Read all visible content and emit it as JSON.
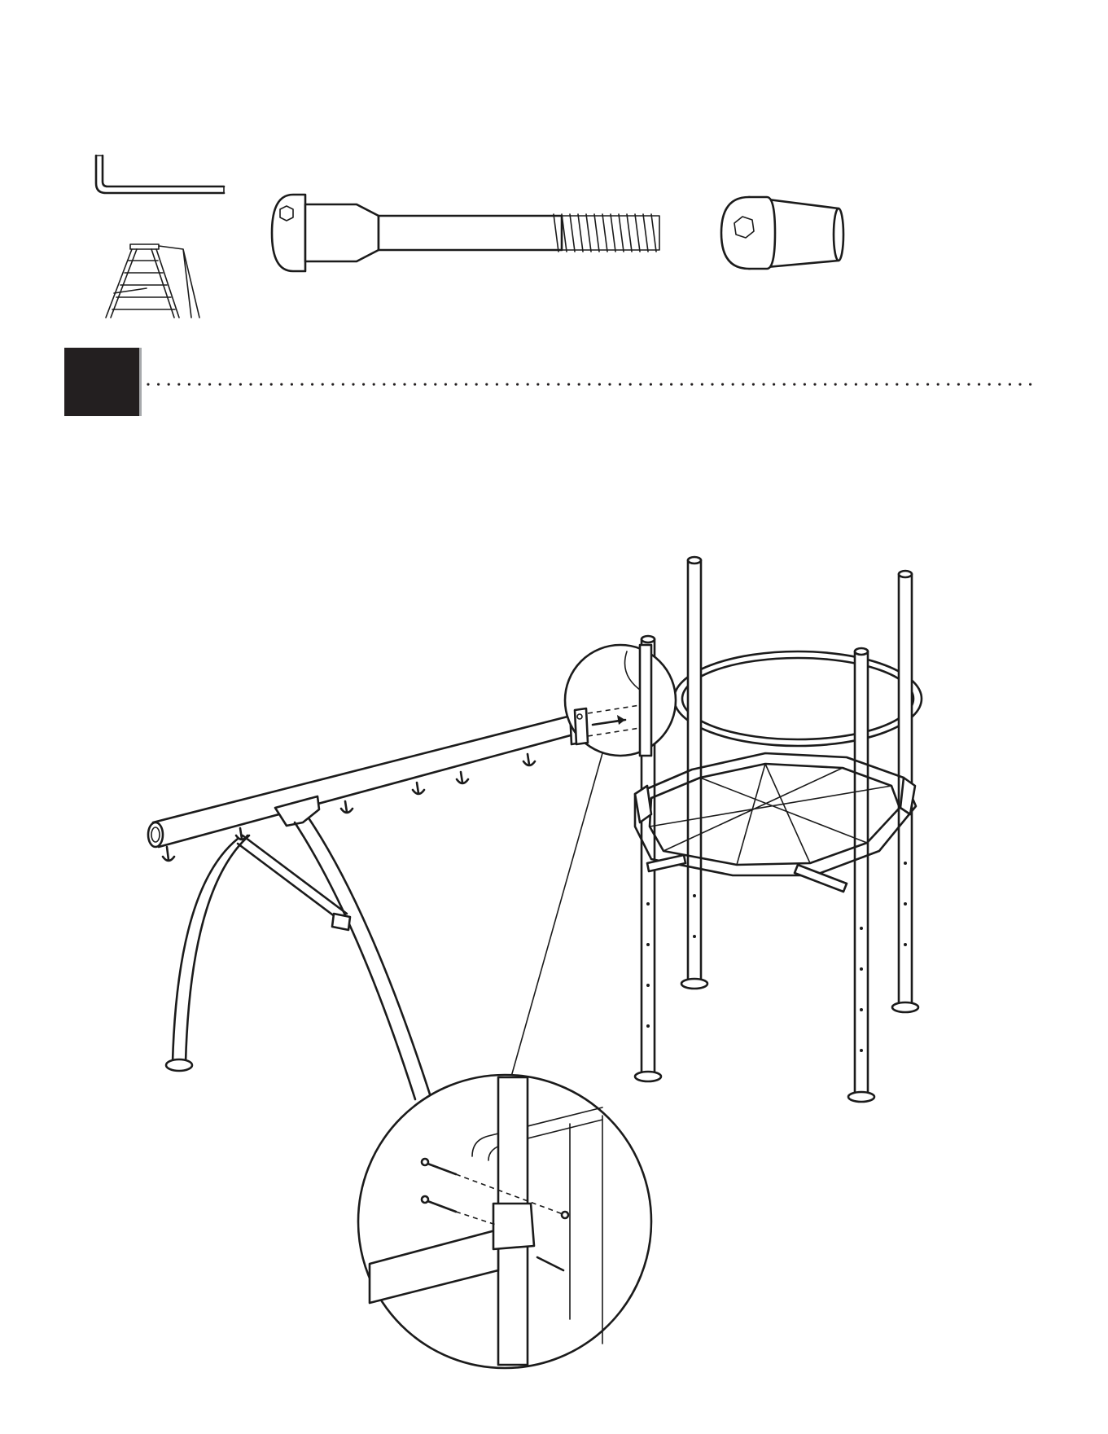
{
  "page": {
    "title": "",
    "step_number": "",
    "colors": {
      "ink": "#1b1b1b",
      "badge": "#231f20",
      "badge_edge": "#a7a9ac",
      "background": "#ffffff"
    }
  },
  "tools": [
    {
      "name": "hex-key-icon"
    },
    {
      "name": "step-ladder-icon"
    }
  ],
  "hardware": [
    {
      "name": "long-hex-bolt-icon"
    },
    {
      "name": "barrel-nut-icon"
    }
  ],
  "illustration": {
    "main": "swing-beam-attached-to-tower-frame",
    "callouts": [
      "beam-end-callout",
      "bolt-detail-callout"
    ]
  }
}
